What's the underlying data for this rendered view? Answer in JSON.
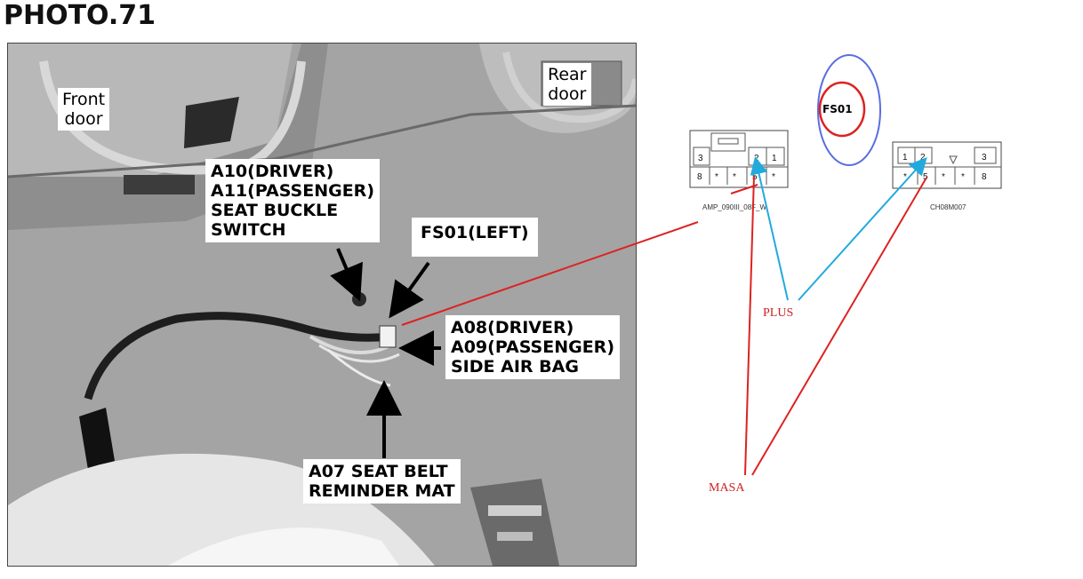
{
  "title": "PHOTO.71",
  "photo": {
    "front_door": [
      "Front",
      "door"
    ],
    "rear_door": [
      "Rear",
      "door"
    ],
    "callouts": {
      "seat_buckle": [
        "A10(DRIVER)",
        "A11(PASSENGER)",
        "SEAT BUCKLE",
        "SWITCH"
      ],
      "fs01_left": [
        "FS01(LEFT)"
      ],
      "side_airbag": [
        "A08(DRIVER)",
        "A09(PASSENGER)",
        "SIDE AIR BAG"
      ],
      "seat_belt": [
        "A07 SEAT BELT",
        "REMINDER MAT"
      ]
    }
  },
  "connectors": {
    "left": {
      "name": "AMP_090III_08F_W",
      "row1": [
        "3",
        "2",
        "1"
      ],
      "row2": [
        "8",
        "*",
        "*",
        "5",
        "*"
      ]
    },
    "right": {
      "name": "CH08M007",
      "row1": [
        "1",
        "2",
        "3"
      ],
      "row2": [
        "*",
        "5",
        "*",
        "*",
        "8"
      ]
    },
    "fs01": "FS01"
  },
  "annotations": {
    "plus": "PLUS",
    "masa": "MASA"
  },
  "colors": {
    "red": "#dd2222",
    "cyan": "#22aadd",
    "blue": "#5a6ee0"
  }
}
